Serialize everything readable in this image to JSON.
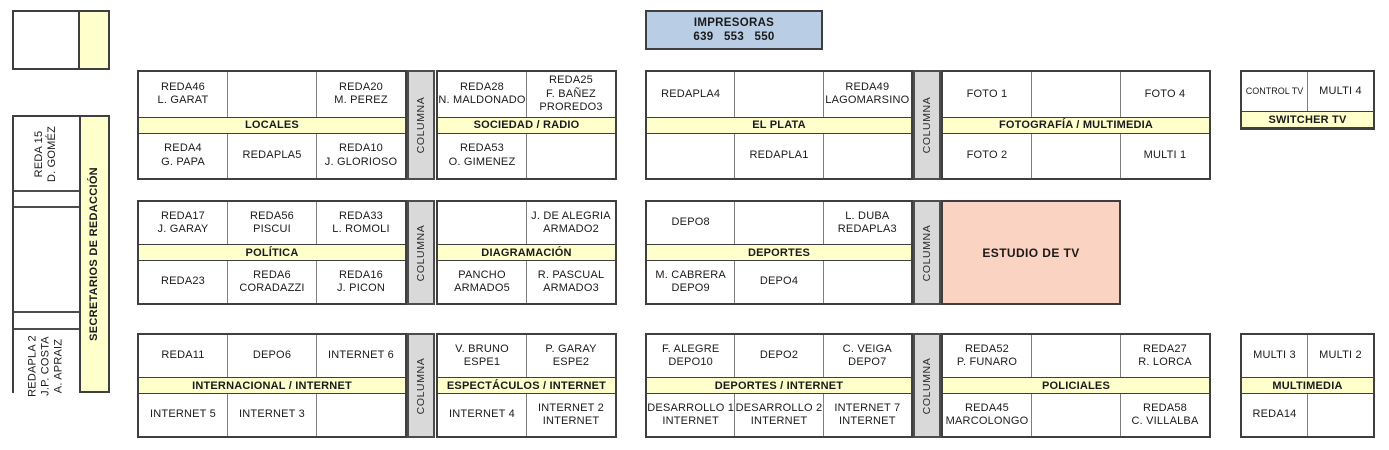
{
  "palette": {
    "band_yellow": "#ffffcc",
    "columna_gray": "#d9d9d9",
    "printer_blue": "#b9cde5",
    "estudio_salmon": "#fbd3c2",
    "border_dark": "#3f3f3f"
  },
  "printer_box": {
    "title": "IMPRESORAS",
    "numbers": "639   553   550"
  },
  "estudio": {
    "label": "ESTUDIO DE TV"
  },
  "columna_label": "COLUMNA",
  "left_block": {
    "strip_label": "SECRETARIOS DE REDACCIÓN",
    "cells": [
      {
        "lines": [
          "REDA 15",
          "D. GOMÉZ"
        ]
      },
      {
        "lines": []
      },
      {
        "lines": []
      },
      {
        "lines": []
      },
      {
        "lines": [
          "REDAPLA 2",
          "J.P. COSTA",
          "A. APRAIZ"
        ]
      }
    ]
  },
  "tables": [
    {
      "name": "locales",
      "band": "LOCALES",
      "top": [
        [
          "REDA46",
          "L. GARAT"
        ],
        [],
        [
          "REDA20",
          "M. PEREZ"
        ]
      ],
      "bottom": [
        [
          "REDA4",
          "G. PAPA"
        ],
        [
          "REDAPLA5"
        ],
        [
          "REDA10",
          "J. GLORIOSO"
        ]
      ]
    },
    {
      "name": "sociedad-radio",
      "band": "SOCIEDAD / RADIO",
      "top": [
        [
          "REDA28",
          "N. MALDONADO"
        ],
        [
          "REDA25",
          "F. BAÑEZ",
          "PROREDO3"
        ]
      ],
      "bottom": [
        [
          "REDA53",
          "O. GIMENEZ"
        ],
        []
      ]
    },
    {
      "name": "el-plata",
      "band": "EL PLATA",
      "top": [
        [
          "REDAPLA4"
        ],
        [],
        [
          "REDA49",
          "LAGOMARSINO"
        ]
      ],
      "bottom": [
        [],
        [
          "REDAPLA1"
        ],
        []
      ]
    },
    {
      "name": "fotografia-multimedia",
      "band": "FOTOGRAFÍA / MULTIMEDIA",
      "top": [
        [
          "FOTO 1"
        ],
        [],
        [
          "FOTO 4"
        ]
      ],
      "bottom": [
        [
          "FOTO 2"
        ],
        [],
        [
          "MULTI 1"
        ]
      ]
    },
    {
      "name": "switcher-tv",
      "band": "SWITCHER TV",
      "top": [
        [
          "CONTROL TV"
        ],
        [
          "MULTI 4"
        ]
      ],
      "bottom": null
    },
    {
      "name": "politica",
      "band": "POLÍTICA",
      "top": [
        [
          "REDA17",
          "J. GARAY"
        ],
        [
          "REDA56",
          "PISCUI"
        ],
        [
          "REDA33",
          "L. ROMOLI"
        ]
      ],
      "bottom": [
        [
          "REDA23"
        ],
        [
          "REDA6",
          "CORADAZZI"
        ],
        [
          "REDA16",
          "J. PICON"
        ]
      ]
    },
    {
      "name": "diagramacion",
      "band": "DIAGRAMACIÓN",
      "top": [
        [],
        [
          "J. DE ALEGRIA",
          "ARMADO2"
        ]
      ],
      "bottom": [
        [
          "PANCHO",
          "ARMADO5"
        ],
        [
          "R. PASCUAL",
          "ARMADO3"
        ]
      ]
    },
    {
      "name": "deportes",
      "band": "DEPORTES",
      "top": [
        [
          "DEPO8"
        ],
        [],
        [
          "L. DUBA",
          "REDAPLA3"
        ]
      ],
      "bottom": [
        [
          "M. CABRERA",
          "DEPO9"
        ],
        [
          "DEPO4"
        ],
        []
      ]
    },
    {
      "name": "internacional-internet",
      "band": "INTERNACIONAL / INTERNET",
      "top": [
        [
          "REDA11"
        ],
        [
          "DEPO6"
        ],
        [
          "INTERNET 6"
        ]
      ],
      "bottom": [
        [
          "INTERNET 5"
        ],
        [
          "INTERNET 3"
        ],
        []
      ]
    },
    {
      "name": "espectaculos-internet",
      "band": "ESPECTÁCULOS / INTERNET",
      "top": [
        [
          "V. BRUNO",
          "ESPE1"
        ],
        [
          "P. GARAY",
          "ESPE2"
        ]
      ],
      "bottom": [
        [
          "INTERNET 4"
        ],
        [
          "INTERNET 2",
          "INTERNET"
        ]
      ]
    },
    {
      "name": "deportes-internet",
      "band": "DEPORTES / INTERNET",
      "top": [
        [
          "F. ALEGRE",
          "DEPO10"
        ],
        [
          "DEPO2"
        ],
        [
          "C. VEIGA",
          "DEPO7"
        ]
      ],
      "bottom": [
        [
          "DESARROLLO 1",
          "INTERNET"
        ],
        [
          "DESARROLLO 2",
          "INTERNET"
        ],
        [
          "INTERNET 7",
          "INTERNET"
        ]
      ]
    },
    {
      "name": "policiales",
      "band": "POLICIALES",
      "top": [
        [
          "REDA52",
          "P. FUNARO"
        ],
        [],
        [
          "REDA27",
          "R. LORCA"
        ]
      ],
      "bottom": [
        [
          "REDA45",
          "MARCOLONGO"
        ],
        [],
        [
          "REDA58",
          "C. VILLALBA"
        ]
      ]
    },
    {
      "name": "multimedia",
      "band": "MULTIMEDIA",
      "top": [
        [
          "MULTI 3"
        ],
        [
          "MULTI 2"
        ]
      ],
      "bottom": [
        [
          "REDA14"
        ],
        []
      ]
    }
  ]
}
